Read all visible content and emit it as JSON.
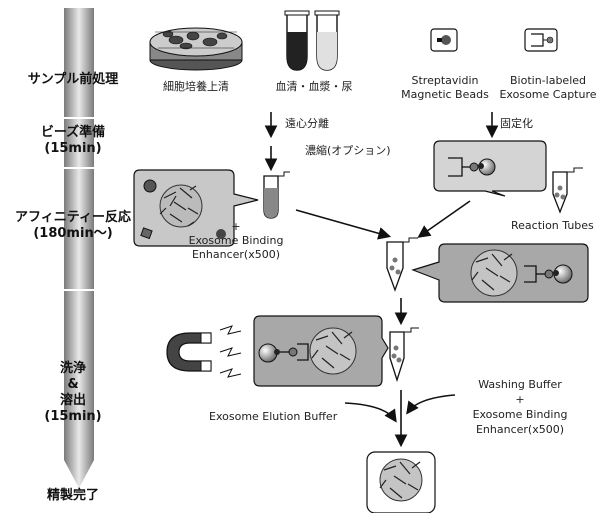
{
  "stages": [
    "サンプル前処理",
    "ビーズ準備",
    "(15min)",
    "アフィニティー反応",
    "(180min～)",
    "洗浄",
    "&",
    "溶出",
    "(15min)",
    "精製完了"
  ],
  "samples": {
    "culture": "細胞培養上清",
    "blood": "血清・血漿・尿"
  },
  "reagents": {
    "beads_line1": "Streptavidin",
    "beads_line2": "Magnetic Beads",
    "capture_line1": "Biotin-labeled",
    "capture_line2": "Exosome Capture"
  },
  "steps": {
    "centrifuge": "遠心分離",
    "concentrate": "濃縮(オプション)",
    "immobilize": "固定化"
  },
  "enhancer": {
    "plus": "+",
    "line1": "Exosome Binding",
    "line2": "Enhancer(x500)"
  },
  "reaction_tubes": "Reaction Tubes",
  "washing": {
    "line1": "Washing Buffer",
    "plus": "+",
    "line2": "Exosome Binding",
    "line3": "Enhancer(x500)"
  },
  "elution": "Exosome Elution Buffer"
}
